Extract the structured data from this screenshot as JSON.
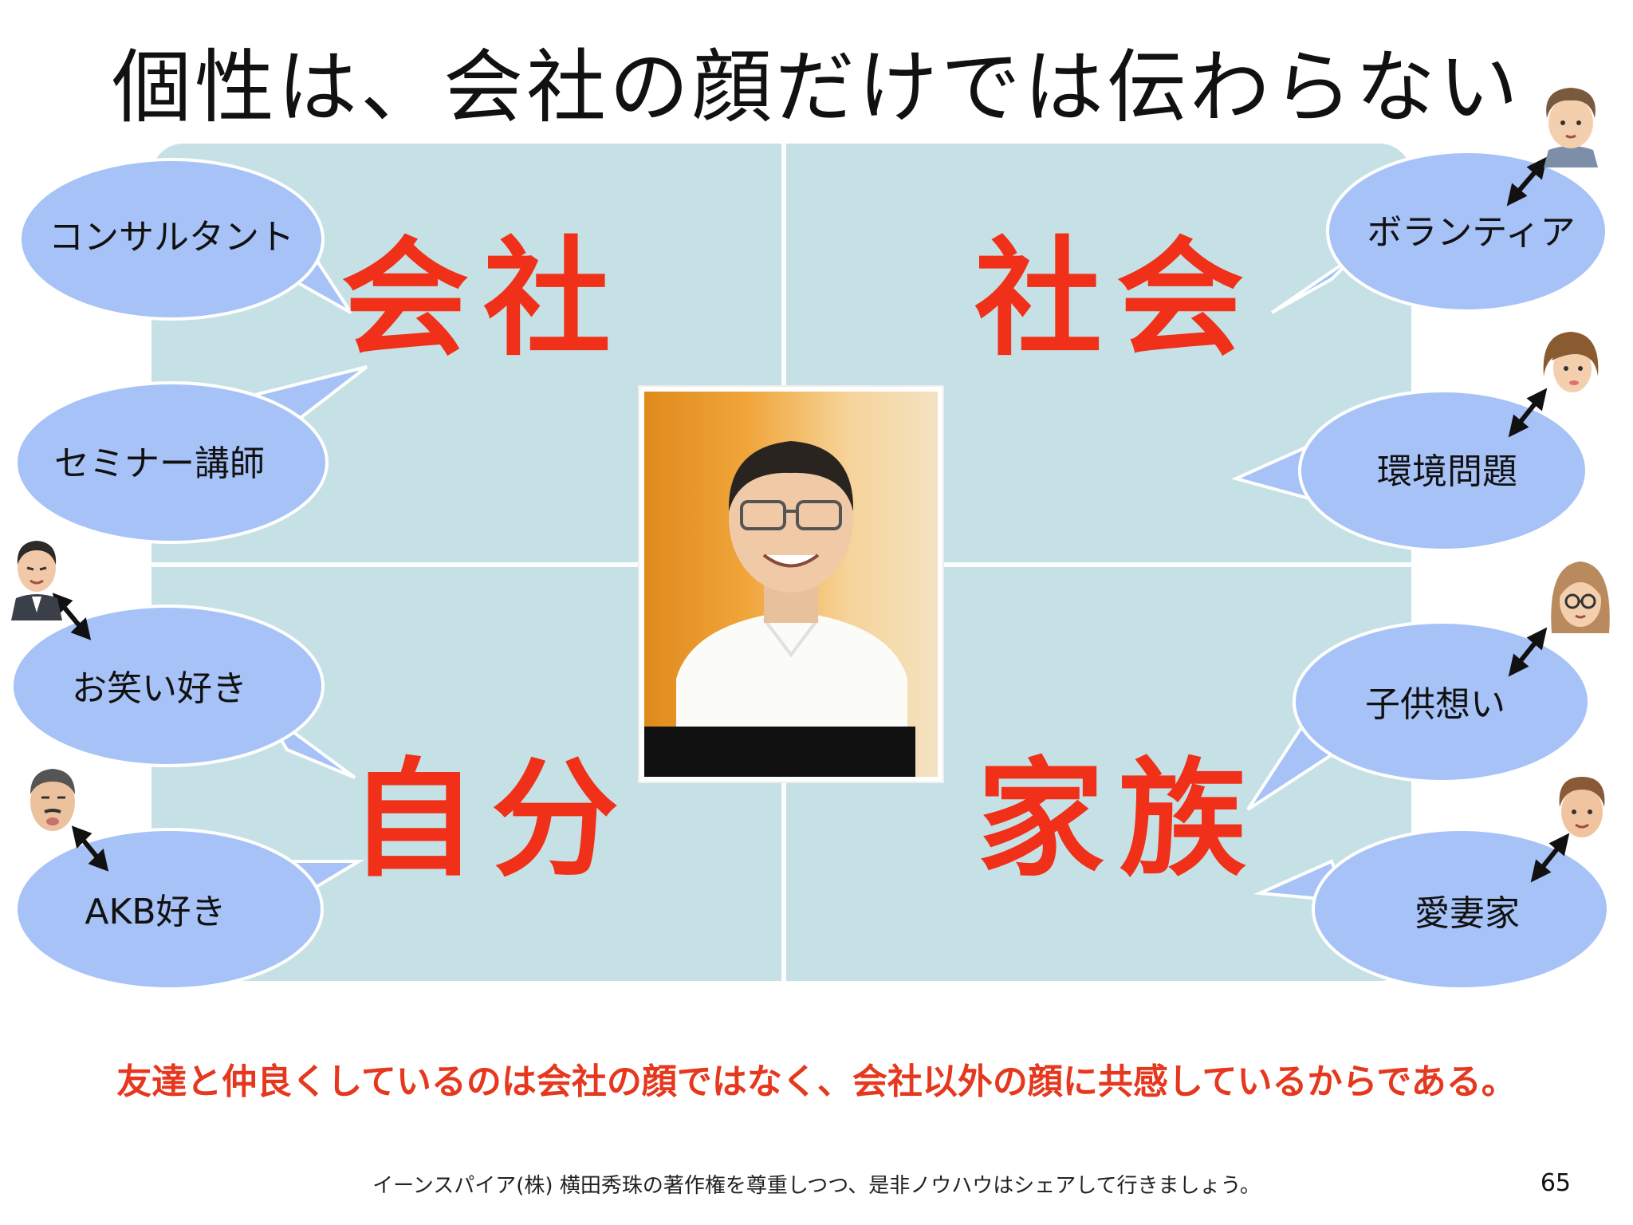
{
  "slide": {
    "title": "個性は、会社の顔だけでは伝わらない",
    "quadrants": {
      "top_left": "会社",
      "top_right": "社会",
      "bottom_left": "自分",
      "bottom_right": "家族"
    },
    "balloons": {
      "consultant": "コンサルタント",
      "seminar": "セミナー講師",
      "owarai": "お笑い好き",
      "akb": "AKB好き",
      "volunteer": "ボランティア",
      "environment": "環境問題",
      "children": "子供想い",
      "wife": "愛妻家"
    },
    "conclusion": "友達と仲良くしているのは会社の顔ではなく、会社以外の顔に共感しているからである。",
    "copyright": "イーンスパイア(株) 横田秀珠の著作権を尊重しつつ、是非ノウハウはシェアして行きましょう。",
    "page_number": "65"
  },
  "colors": {
    "board": "#c5e1e5",
    "balloon": "#a7c2f7",
    "accent_red": "#f03018"
  }
}
